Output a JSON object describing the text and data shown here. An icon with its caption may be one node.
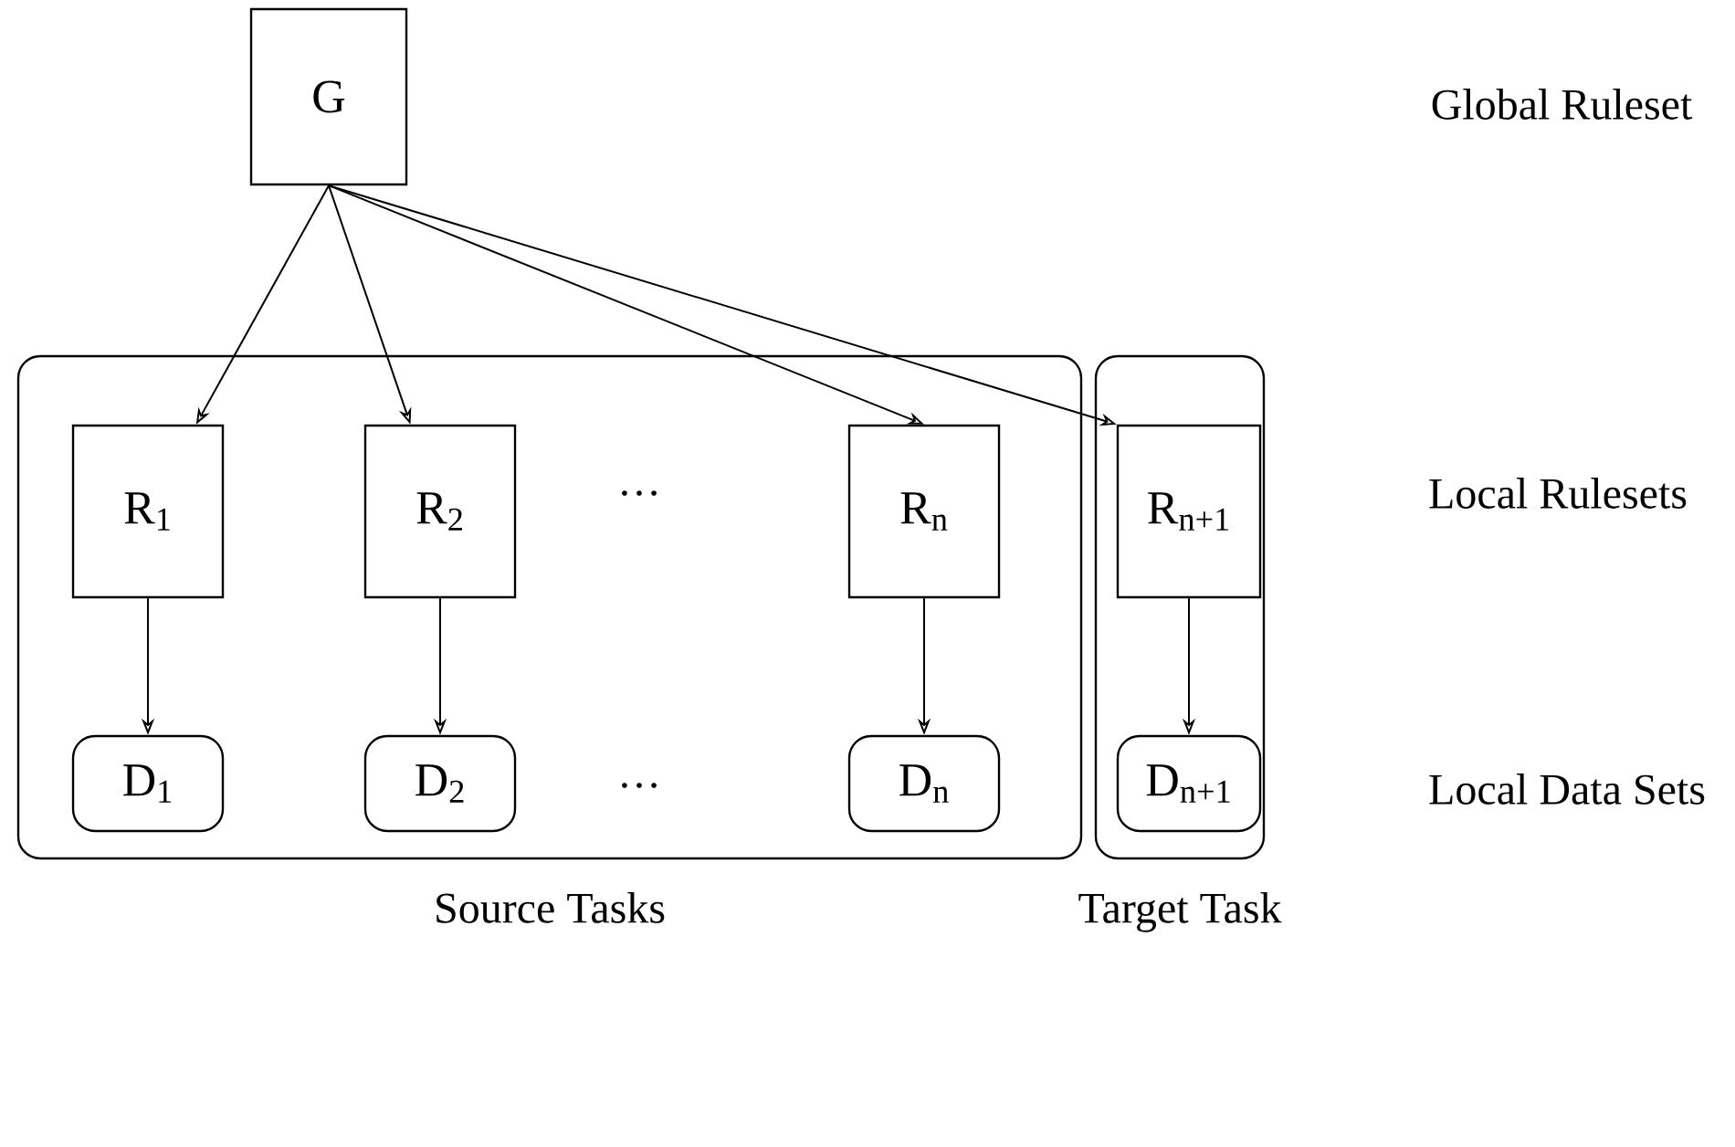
{
  "diagram": {
    "nodes": [
      {
        "text": [
          "G"
        ]
      },
      {
        "text": [
          "Source Tasks"
        ]
      },
      {
        "text": [
          "R$_{1}$"
        ],
        "in": 1
      },
      {
        "text": [
          "R$_{2}$"
        ],
        "in": 1
      },
      {
        "text": [
          "R$_{n}$"
        ],
        "in": 1
      },
      {
        "text": [
          "D$_{1}$"
        ],
        "in": 1
      },
      {
        "text": [
          "D$_{2}$"
        ],
        "in": 1
      },
      {
        "text": [
          "D$_{n}$"
        ],
        "in": 1
      },
      {
        "text": [
          "Target Task"
        ]
      },
      {
        "text": [
          "R$_{n+1}$"
        ],
        "in": 8
      },
      {
        "text": [
          "D$_{n+1}$"
        ],
        "in": 8
      }
    ],
    "edges": [
      {
        "from": 0,
        "to": 2,
        "arrow": "to"
      },
      {
        "from": 0,
        "to": 3,
        "arrow": "to"
      },
      {
        "from": 0,
        "to": 4,
        "arrow": "to"
      },
      {
        "from": 0,
        "to": 9,
        "arrow": "to"
      },
      {
        "from": 2,
        "to": 5,
        "arrow": "to"
      },
      {
        "from": 3,
        "to": 6,
        "arrow": "to"
      },
      {
        "from": 4,
        "to": 7,
        "arrow": "to"
      },
      {
        "from": 9,
        "to": 10,
        "arrow": "to"
      }
    ],
    "labels": [
      "Global Ruleset",
      "…",
      "Local Rulesets",
      "…",
      "Local Data Sets"
    ]
  }
}
